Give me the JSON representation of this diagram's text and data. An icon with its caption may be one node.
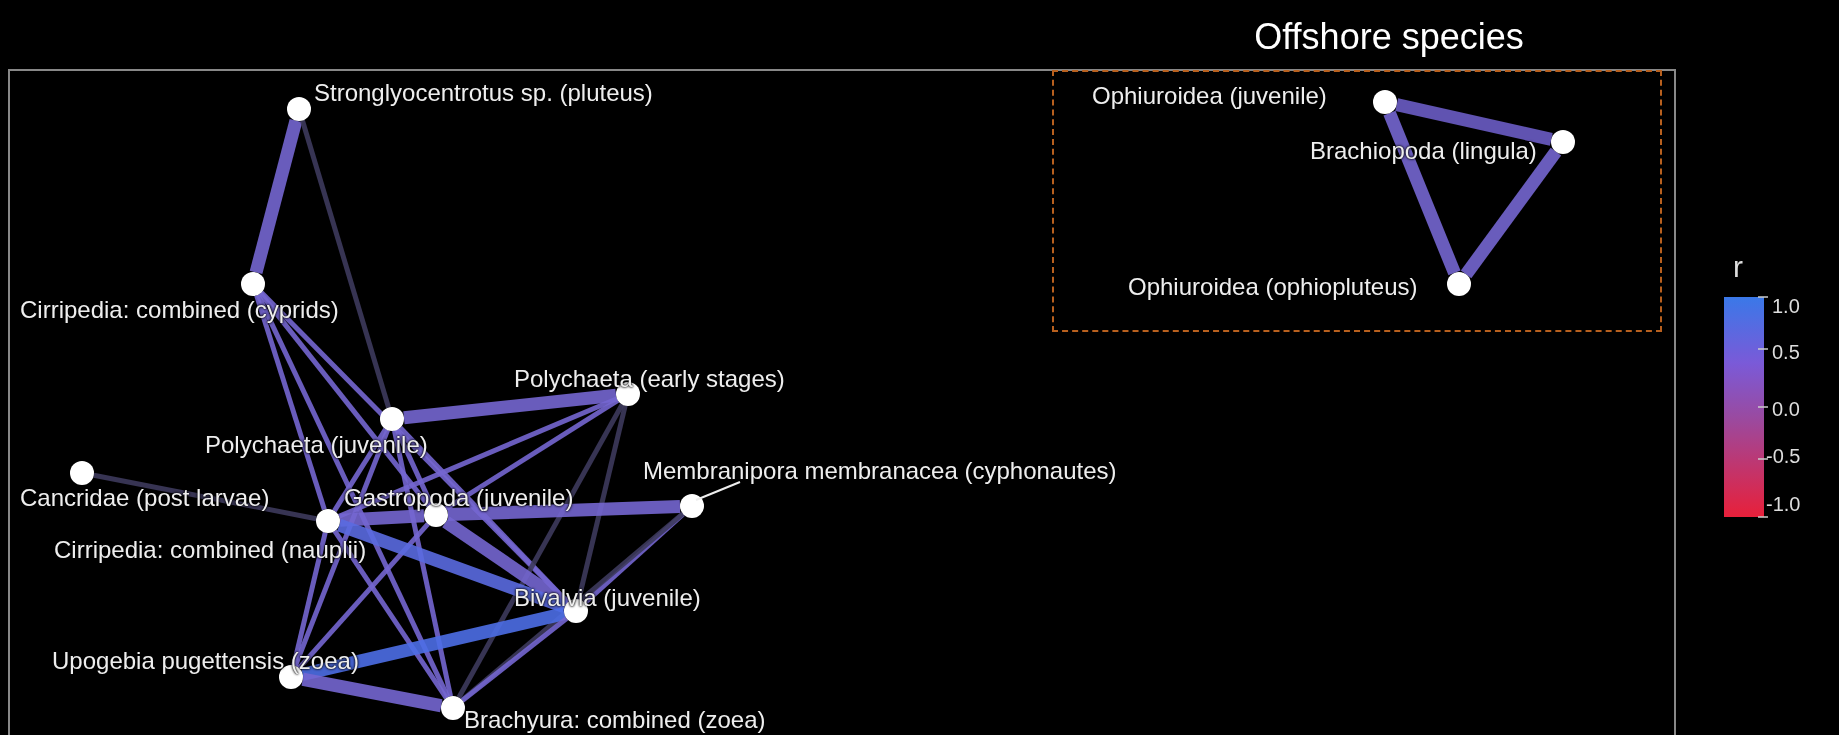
{
  "diagram": {
    "nodes": [
      {
        "text": [
          "Stronglyocentrotus sp. (pluteus)"
        ]
      },
      {
        "text": [
          "Cirripedia: combined (cyprids)"
        ]
      },
      {
        "text": [
          "Polychaeta (early stages)"
        ]
      },
      {
        "text": [
          "Polychaeta (juvenile)"
        ]
      },
      {
        "text": [
          "Cancridae (post larvae)"
        ]
      },
      {
        "text": [
          "Gastropoda (juvenile)"
        ]
      },
      {
        "text": [
          "Membranipora membranacea (cyphonautes)"
        ]
      },
      {
        "text": [
          "Cirripedia: combined (nauplii)"
        ]
      },
      {
        "text": [
          "Bivalvia (juvenile)"
        ]
      },
      {
        "text": [
          "Upogebia pugettensis (zoea)"
        ]
      },
      {
        "text": [
          "Brachyura: combined (zoea)"
        ]
      },
      {
        "text": [
          "Offshore species"
        ]
      },
      {
        "text": [
          "Ophiuroidea (juvenile)"
        ],
        "in": 11
      },
      {
        "text": [
          "Brachiopoda (lingula)"
        ],
        "in": 11
      },
      {
        "text": [
          "Ophiuroidea (ophiopluteus)"
        ],
        "in": 11
      }
    ],
    "edges": [
      {
        "from": 0,
        "to": 1,
        "arrow": "none",
        "style": "thick"
      },
      {
        "from": 0,
        "to": 3,
        "arrow": "none",
        "color": "#3d3a5c"
      },
      {
        "from": 1,
        "to": 7,
        "arrow": "none"
      },
      {
        "from": 1,
        "to": 5,
        "arrow": "none"
      },
      {
        "from": 1,
        "to": 8,
        "arrow": "none"
      },
      {
        "from": 1,
        "to": 10,
        "arrow": "none"
      },
      {
        "from": 3,
        "to": 2,
        "arrow": "none",
        "style": "thick"
      },
      {
        "from": 3,
        "to": 5,
        "arrow": "none"
      },
      {
        "from": 3,
        "to": 8,
        "arrow": "none"
      },
      {
        "from": 3,
        "to": 9,
        "arrow": "none"
      },
      {
        "from": 3,
        "to": 7,
        "arrow": "none"
      },
      {
        "from": 3,
        "to": 10,
        "arrow": "none"
      },
      {
        "from": 2,
        "to": 7,
        "arrow": "none"
      },
      {
        "from": 2,
        "to": 5,
        "arrow": "none"
      },
      {
        "from": 2,
        "to": 8,
        "arrow": "none",
        "color": "#3d3a5c"
      },
      {
        "from": 2,
        "to": 10,
        "arrow": "none",
        "color": "#3d3a5c"
      },
      {
        "from": 4,
        "to": 7,
        "arrow": "none",
        "color": "#3d3a5c"
      },
      {
        "from": 5,
        "to": 6,
        "arrow": "none",
        "style": "thick"
      },
      {
        "from": 5,
        "to": 8,
        "arrow": "none",
        "style": "thick"
      },
      {
        "from": 5,
        "to": 9,
        "arrow": "none"
      },
      {
        "from": 7,
        "to": 5,
        "arrow": "none",
        "style": "thick"
      },
      {
        "from": 7,
        "to": 8,
        "arrow": "none",
        "style": "thick",
        "color": "#5a6ae0"
      },
      {
        "from": 7,
        "to": 9,
        "arrow": "none"
      },
      {
        "from": 7,
        "to": 10,
        "arrow": "none"
      },
      {
        "from": 6,
        "to": 8,
        "arrow": "none"
      },
      {
        "from": 6,
        "to": 10,
        "arrow": "none",
        "color": "#3d3a5c"
      },
      {
        "from": 8,
        "to": 9,
        "arrow": "none",
        "style": "thick",
        "color": "#4d6ee6"
      },
      {
        "from": 8,
        "to": 10,
        "arrow": "none"
      },
      {
        "from": 9,
        "to": 10,
        "arrow": "none",
        "style": "thick"
      },
      {
        "from": 12,
        "to": 13,
        "arrow": "none",
        "style": "thick",
        "color": "#6a5cc4"
      },
      {
        "from": 12,
        "to": 14,
        "arrow": "none",
        "style": "thick"
      },
      {
        "from": 13,
        "to": 14,
        "arrow": "none",
        "style": "thick"
      }
    ],
    "labels": [
      "r",
      "1.0",
      "0.5",
      "0.0",
      "-0.5",
      "-1.0"
    ]
  }
}
